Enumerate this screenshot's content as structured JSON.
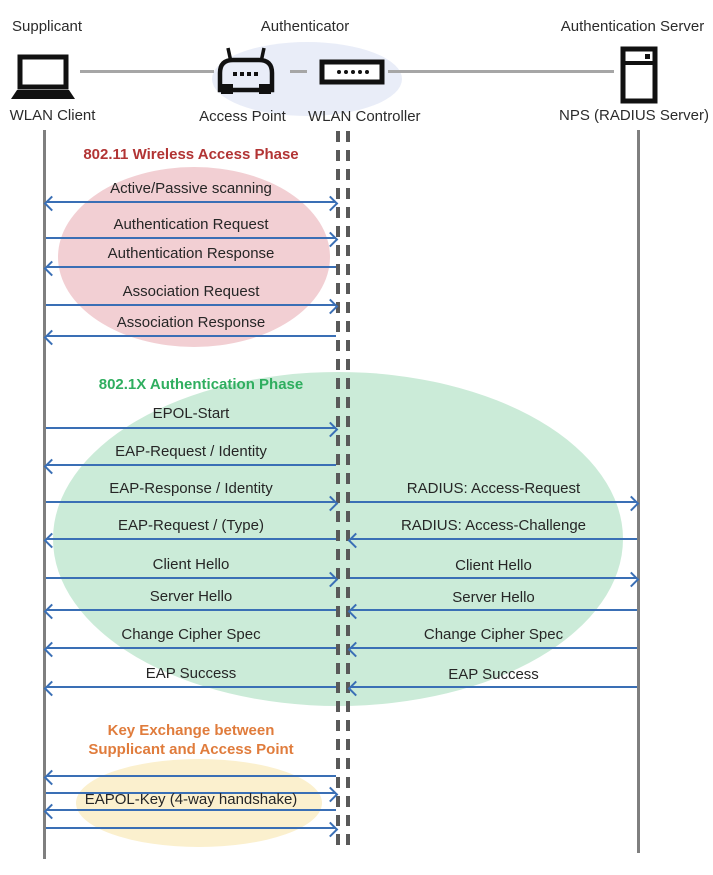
{
  "colors": {
    "arrow": "#3A6FB5",
    "lifeline": "#7F7F7F",
    "center_dash": "#595959",
    "connector": "#A6A6A6",
    "phase1_title": "#B23434",
    "phase2_title": "#2FAE5F",
    "phase3_title": "#E07C3C",
    "ellipse_header": "#E9EDF8",
    "ellipse_phase1": "#F2CFD3",
    "ellipse_phase2": "#CBEBD8",
    "ellipse_phase3": "#FBF0CE"
  },
  "header": {
    "supplicant_title": "Supplicant",
    "authenticator_title": "Authenticator",
    "auth_server_title": "Authentication Server",
    "wlan_client_label": "WLAN Client",
    "access_point_label": "Access Point",
    "wlan_controller_label": "WLAN Controller",
    "nps_label": "NPS (RADIUS Server)"
  },
  "icons": {
    "laptop": "laptop-icon",
    "access_point": "wireless-router-icon",
    "wlan_controller": "controller-icon",
    "server": "server-icon"
  },
  "phases": {
    "phase1_title": "802.11 Wireless Access Phase",
    "phase2_title": "802.1X Authentication Phase",
    "phase3_title_line1": "Key Exchange between",
    "phase3_title_line2": "Supplicant and Access Point"
  },
  "messages": [
    {
      "label": "Active/Passive scanning",
      "direction": "both",
      "segment": "client-controller"
    },
    {
      "label": "Authentication Request",
      "direction": "right",
      "segment": "client-controller"
    },
    {
      "label": "Authentication Response",
      "direction": "left",
      "segment": "client-controller"
    },
    {
      "label": "Association Request",
      "direction": "right",
      "segment": "client-controller"
    },
    {
      "label": "Association Response",
      "direction": "left",
      "segment": "client-controller"
    },
    {
      "label": "EPOL-Start",
      "direction": "right",
      "segment": "client-controller"
    },
    {
      "label": "EAP-Request / Identity",
      "direction": "left",
      "segment": "client-controller"
    },
    {
      "label": "EAP-Response / Identity",
      "direction": "right",
      "segment": "client-controller"
    },
    {
      "label": "RADIUS: Access-Request",
      "direction": "right",
      "segment": "controller-server"
    },
    {
      "label": "EAP-Request / (Type)",
      "direction": "left",
      "segment": "client-controller"
    },
    {
      "label": "RADIUS: Access-Challenge",
      "direction": "left",
      "segment": "controller-server"
    },
    {
      "label": "Client Hello",
      "direction": "right",
      "segment": "client-controller"
    },
    {
      "label": "Client Hello",
      "direction": "right",
      "segment": "controller-server"
    },
    {
      "label": "Server Hello",
      "direction": "left",
      "segment": "client-controller"
    },
    {
      "label": "Server Hello",
      "direction": "left",
      "segment": "controller-server"
    },
    {
      "label": "Change Cipher Spec",
      "direction": "left",
      "segment": "client-controller"
    },
    {
      "label": "Change Cipher Spec",
      "direction": "left",
      "segment": "controller-server"
    },
    {
      "label": "EAP Success",
      "direction": "left",
      "segment": "client-controller"
    },
    {
      "label": "EAP Success",
      "direction": "left",
      "segment": "controller-server"
    },
    {
      "label": "",
      "direction": "left",
      "segment": "client-controller"
    },
    {
      "label": "",
      "direction": "right",
      "segment": "client-controller"
    },
    {
      "label": "EAPOL-Key (4-way handshake)",
      "direction": "left",
      "segment": "client-controller"
    },
    {
      "label": "",
      "direction": "right",
      "segment": "client-controller"
    }
  ]
}
